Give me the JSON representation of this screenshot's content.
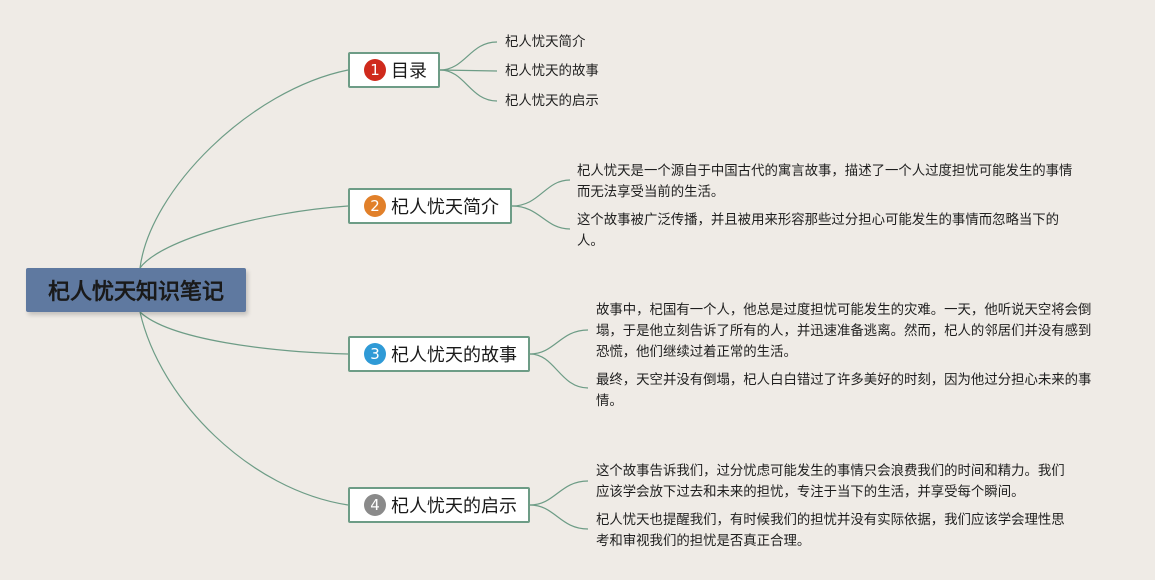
{
  "root": {
    "title": "杞人忧天知识笔记"
  },
  "colors": {
    "background": "#efebe6",
    "root_fill": "#5f79a0",
    "branch_border": "#6d9c86",
    "connector": "#6d9c86"
  },
  "branches": [
    {
      "number": "1",
      "badge_color": "#cf2a1c",
      "label": "目录",
      "items": [
        "杞人忧天简介",
        "杞人忧天的故事",
        "杞人忧天的启示"
      ]
    },
    {
      "number": "2",
      "badge_color": "#e1802a",
      "label": "杞人忧天简介",
      "items": [
        "杞人忧天是一个源自于中国古代的寓言故事，描述了一个人过度担忧可能发生的事情而无法享受当前的生活。",
        "这个故事被广泛传播，并且被用来形容那些过分担心可能发生的事情而忽略当下的人。"
      ]
    },
    {
      "number": "3",
      "badge_color": "#2f9ad6",
      "label": "杞人忧天的故事",
      "items": [
        "故事中，杞国有一个人，他总是过度担忧可能发生的灾难。一天，他听说天空将会倒塌，于是他立刻告诉了所有的人，并迅速准备逃离。然而，杞人的邻居们并没有感到恐慌，他们继续过着正常的生活。",
        "最终，天空并没有倒塌，杞人白白错过了许多美好的时刻，因为他过分担心未来的事情。"
      ]
    },
    {
      "number": "4",
      "badge_color": "#8a8a8a",
      "label": "杞人忧天的启示",
      "items": [
        "这个故事告诉我们，过分忧虑可能发生的事情只会浪费我们的时间和精力。我们应该学会放下过去和未来的担忧，专注于当下的生活，并享受每个瞬间。",
        "杞人忧天也提醒我们，有时候我们的担忧并没有实际依据，我们应该学会理性思考和审视我们的担忧是否真正合理。"
      ]
    }
  ]
}
